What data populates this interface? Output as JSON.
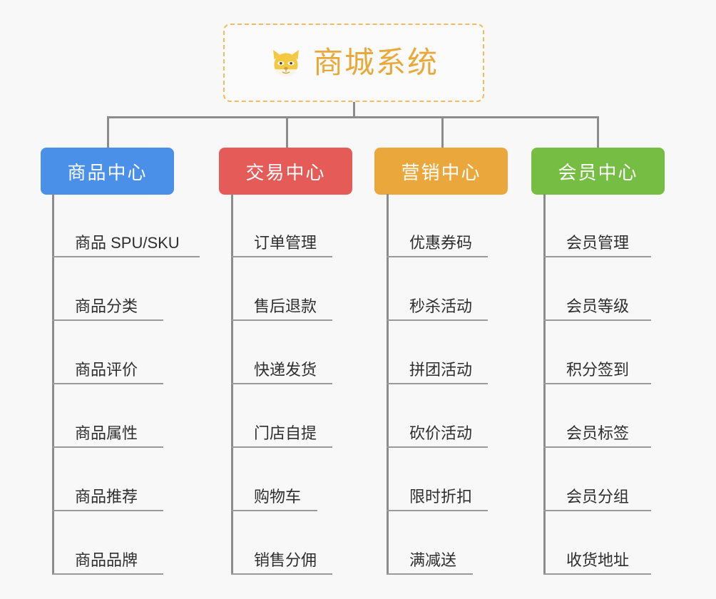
{
  "page": {
    "background_color": "#f8f8f8",
    "type": "mindmap"
  },
  "root": {
    "title": "商城系统",
    "icon": "shiba-dog-face-icon",
    "text_color": "#e9a93a",
    "border_color": "#f0bc5e",
    "border_style": "dashed"
  },
  "connector_color": "#8c8c8c",
  "branches": [
    {
      "label": "商品中心",
      "color": "#4a90e8",
      "items": [
        "商品 SPU/SKU",
        "商品分类",
        "商品评价",
        "商品属性",
        "商品推荐",
        "商品品牌"
      ]
    },
    {
      "label": "交易中心",
      "color": "#e45b57",
      "items": [
        "订单管理",
        "售后退款",
        "快递发货",
        "门店自提",
        "购物车",
        "销售分佣"
      ]
    },
    {
      "label": "营销中心",
      "color": "#eaa83c",
      "items": [
        "优惠券码",
        "秒杀活动",
        "拼团活动",
        "砍价活动",
        "限时折扣",
        "满减送"
      ]
    },
    {
      "label": "会员中心",
      "color": "#76bd43",
      "items": [
        "会员管理",
        "会员等级",
        "积分签到",
        "会员标签",
        "会员分组",
        "收货地址"
      ]
    }
  ]
}
